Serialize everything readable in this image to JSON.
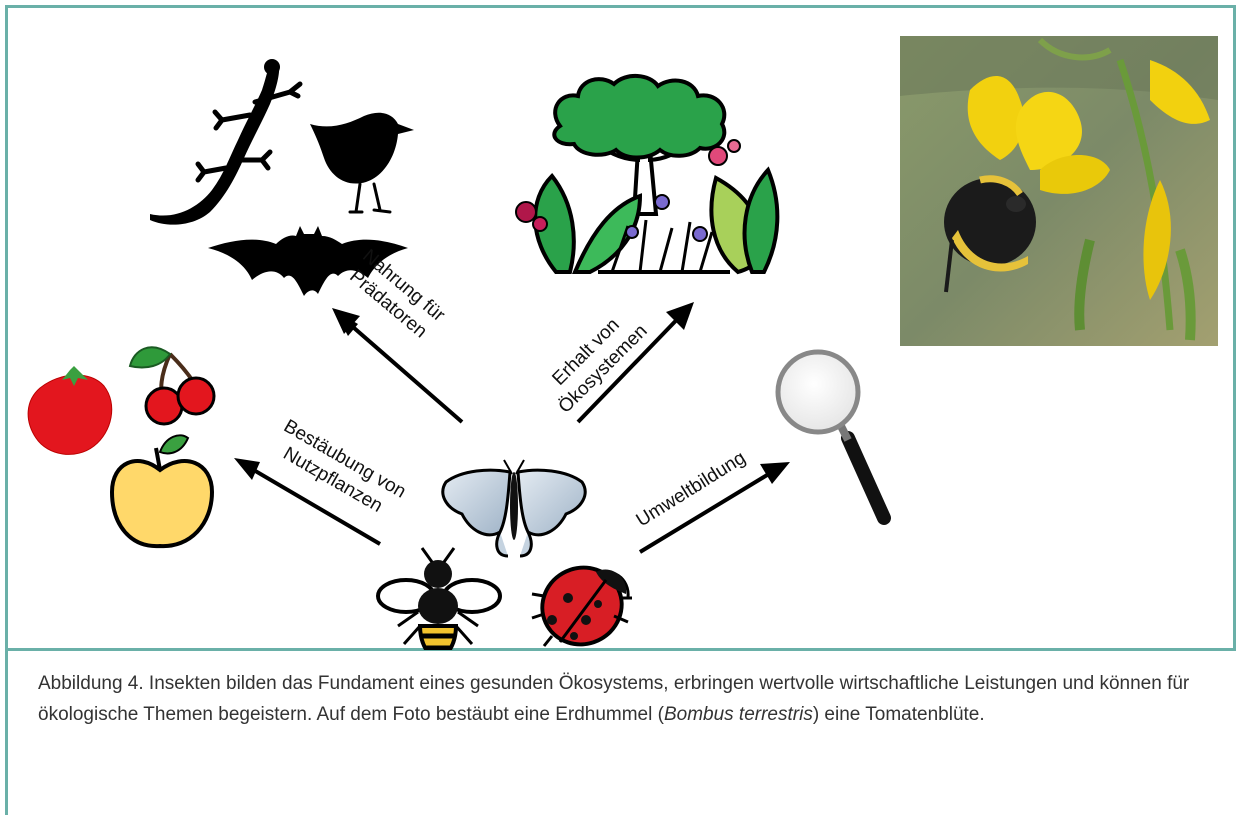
{
  "diagram": {
    "arrows": {
      "predators": [
        "Nahrung für",
        "Prädatoren"
      ],
      "ecosystems": [
        "Erhalt von",
        "Ökosystemen"
      ],
      "pollination": [
        "Bestäubung von",
        "Nutzpflanzen"
      ],
      "education": "Umweltbildung"
    },
    "icons": {
      "predators": [
        "lizard-icon",
        "bird-icon",
        "bat-icon"
      ],
      "ecosystem": "forest-ecosystem-icon",
      "crops": [
        "tomato-icon",
        "cherries-icon",
        "apple-icon"
      ],
      "education": "magnifying-glass-icon",
      "insects": [
        "butterfly-icon",
        "bee-icon",
        "ladybug-icon"
      ],
      "photo": "bumblebee-tomato-flower-photo"
    },
    "colors": {
      "border": "#6ab0a8",
      "tree_green": "#2aa24a",
      "apple_yellow": "#ffd86a",
      "ladybug_red": "#d81e25",
      "butterfly_blue": "#c5d3e0"
    }
  },
  "caption": {
    "part1": "Abbildung 4. Insekten bilden das Fundament eines gesunden Ökosystems, erbringen wertvolle wirtschaftliche Leistungen und können für ökologische Themen begeistern. Auf dem Foto bestäubt eine Erdhummel (",
    "species": "Bombus terrestris",
    "part2": ") eine Tomatenblüte."
  }
}
